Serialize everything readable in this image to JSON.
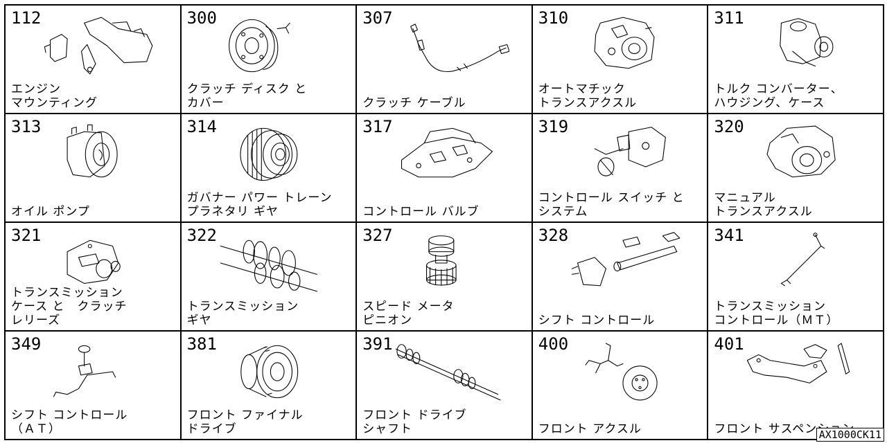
{
  "cells": [
    {
      "num": "112",
      "label": "エンジン\nマウンティング",
      "icon": "engine-mounting-icon"
    },
    {
      "num": "300",
      "label": "クラッチ ディスク と\nカバー",
      "icon": "clutch-disc-icon"
    },
    {
      "num": "307",
      "label": "クラッチ ケーブル",
      "icon": "cable-icon"
    },
    {
      "num": "310",
      "label": "オートマチック\nトランスアクスル",
      "icon": "transaxle-icon"
    },
    {
      "num": "311",
      "label": "トルク コンバーター、\nハウジング、ケース",
      "icon": "torque-converter-icon"
    },
    {
      "num": "313",
      "label": "オイル ポンプ",
      "icon": "oil-pump-icon"
    },
    {
      "num": "314",
      "label": "ガバナー パワー トレーン\nプラネタリ ギヤ",
      "icon": "planetary-gear-icon"
    },
    {
      "num": "317",
      "label": "コントロール バルブ",
      "icon": "control-valve-icon"
    },
    {
      "num": "319",
      "label": "コントロール スイッチ と\nシステム",
      "icon": "control-switch-icon"
    },
    {
      "num": "320",
      "label": "マニュアル\nトランスアクスル",
      "icon": "manual-transaxle-icon"
    },
    {
      "num": "321",
      "label": "トランスミッション\nケース と　クラッチ\nレリーズ",
      "icon": "transmission-case-icon"
    },
    {
      "num": "322",
      "label": "トランスミッション\nギヤ",
      "icon": "transmission-gear-icon"
    },
    {
      "num": "327",
      "label": "スピード メータ\nピニオン",
      "icon": "speedometer-pinion-icon"
    },
    {
      "num": "328",
      "label": "シフト コントロール",
      "icon": "shift-control-icon"
    },
    {
      "num": "341",
      "label": "トランスミッション\nコントロール（ＭＴ）",
      "icon": "shift-lever-icon"
    },
    {
      "num": "349",
      "label": "シフト コントロール\n（ＡＴ）",
      "icon": "at-shift-icon"
    },
    {
      "num": "381",
      "label": "フロント ファイナル\nドライブ",
      "icon": "final-drive-icon"
    },
    {
      "num": "391",
      "label": "フロント ドライブ\nシャフト",
      "icon": "drive-shaft-icon"
    },
    {
      "num": "400",
      "label": "フロント アクスル",
      "icon": "front-axle-icon"
    },
    {
      "num": "401",
      "label": "フロント サスペンション",
      "icon": "suspension-icon"
    }
  ],
  "catalog_code": "AX1000CK11"
}
